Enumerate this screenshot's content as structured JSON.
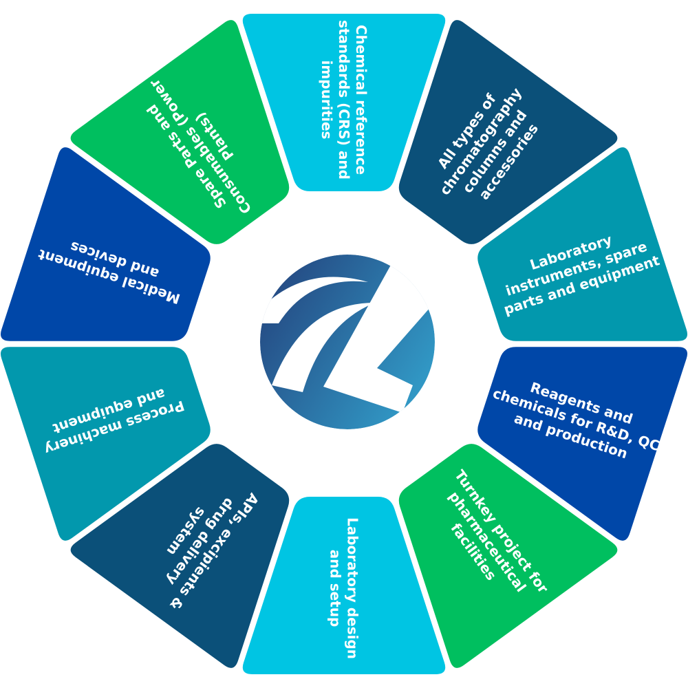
{
  "segments": [
    {
      "id": "chemical-reference-standards",
      "lines": [
        "Chemical reference",
        "standards (CRS) and",
        "impurities"
      ],
      "color": "#00c5e3"
    },
    {
      "id": "chromatography-columns",
      "lines": [
        "All types of",
        "chromatography",
        "columns and",
        "accessories"
      ],
      "color": "#0b5079"
    },
    {
      "id": "laboratory-instruments",
      "lines": [
        "Laboratory",
        "instruments, spare",
        "parts and equipment"
      ],
      "color": "#0298ad"
    },
    {
      "id": "reagents-and-chemicals",
      "lines": [
        "Reagents and",
        "chemicals for R&D, QC",
        "and production"
      ],
      "color": "#0047a8"
    },
    {
      "id": "turnkey-project",
      "lines": [
        "Turnkey project for",
        "pharmaceutical",
        "facilities"
      ],
      "color": "#00bf5f"
    },
    {
      "id": "laboratory-design",
      "lines": [
        "Laboratory design",
        "and setup"
      ],
      "color": "#00c5e3"
    },
    {
      "id": "apis-excipients",
      "lines": [
        "APIs, excipients &",
        "drug delivery",
        "system"
      ],
      "color": "#0b5079"
    },
    {
      "id": "process-machinery",
      "lines": [
        "Process machinery",
        "and equipment"
      ],
      "color": "#0298ad"
    },
    {
      "id": "medical-equipment",
      "lines": [
        "Medical equipment",
        "and devices"
      ],
      "color": "#0047a8"
    },
    {
      "id": "spare-parts-consumables",
      "lines": [
        "Spare Parts and",
        "Consumables (Power",
        "Plants)"
      ],
      "color": "#00bf5f"
    }
  ],
  "logo": {
    "icon": "company-logo-icon",
    "gradient_start": "#233f7a",
    "gradient_end": "#3197c4"
  }
}
